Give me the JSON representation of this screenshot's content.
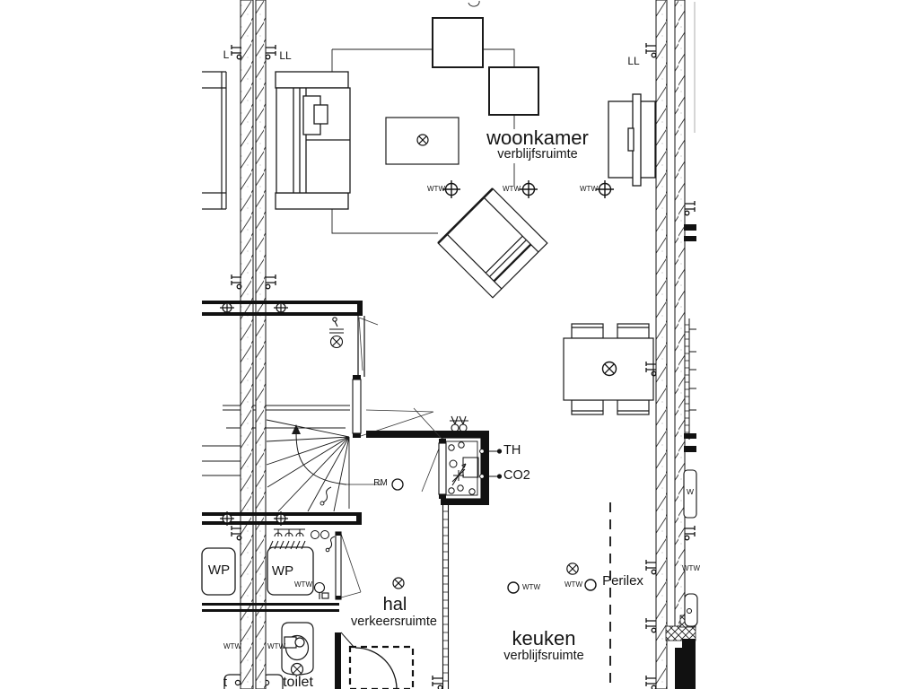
{
  "drawing": {
    "kind": "architectural floor plan (begane grond, rijtjeswoning)",
    "background": "#ffffff",
    "line_color": "#1a1a1a"
  },
  "rooms": [
    {
      "name": "woonkamer",
      "type": "verblijfsruimte"
    },
    {
      "name": "hal",
      "type": "verkeersruimte"
    },
    {
      "name": "keuken",
      "type": "verblijfsruimte"
    },
    {
      "name": "toilet",
      "type": ""
    }
  ],
  "annotations": {
    "th": "TH",
    "co2": "CO2",
    "rm": "RM",
    "wp": "WP",
    "wtw": "WTW",
    "perilex": "Perilex",
    "ll": "LL",
    "l_partial": "L",
    "w_appliance": "W",
    "toilet_text_fragment": "t"
  },
  "symbols": {
    "ceiling_light": "circle with diagonal cross",
    "wtw_ventilation_point": "crosshair circle",
    "wall_tie": "circle with plus cross",
    "ventilation_valve": "small plain circle",
    "radiator_grille": "double tick bracket",
    "door_swing": "triangle / dashed arc"
  }
}
